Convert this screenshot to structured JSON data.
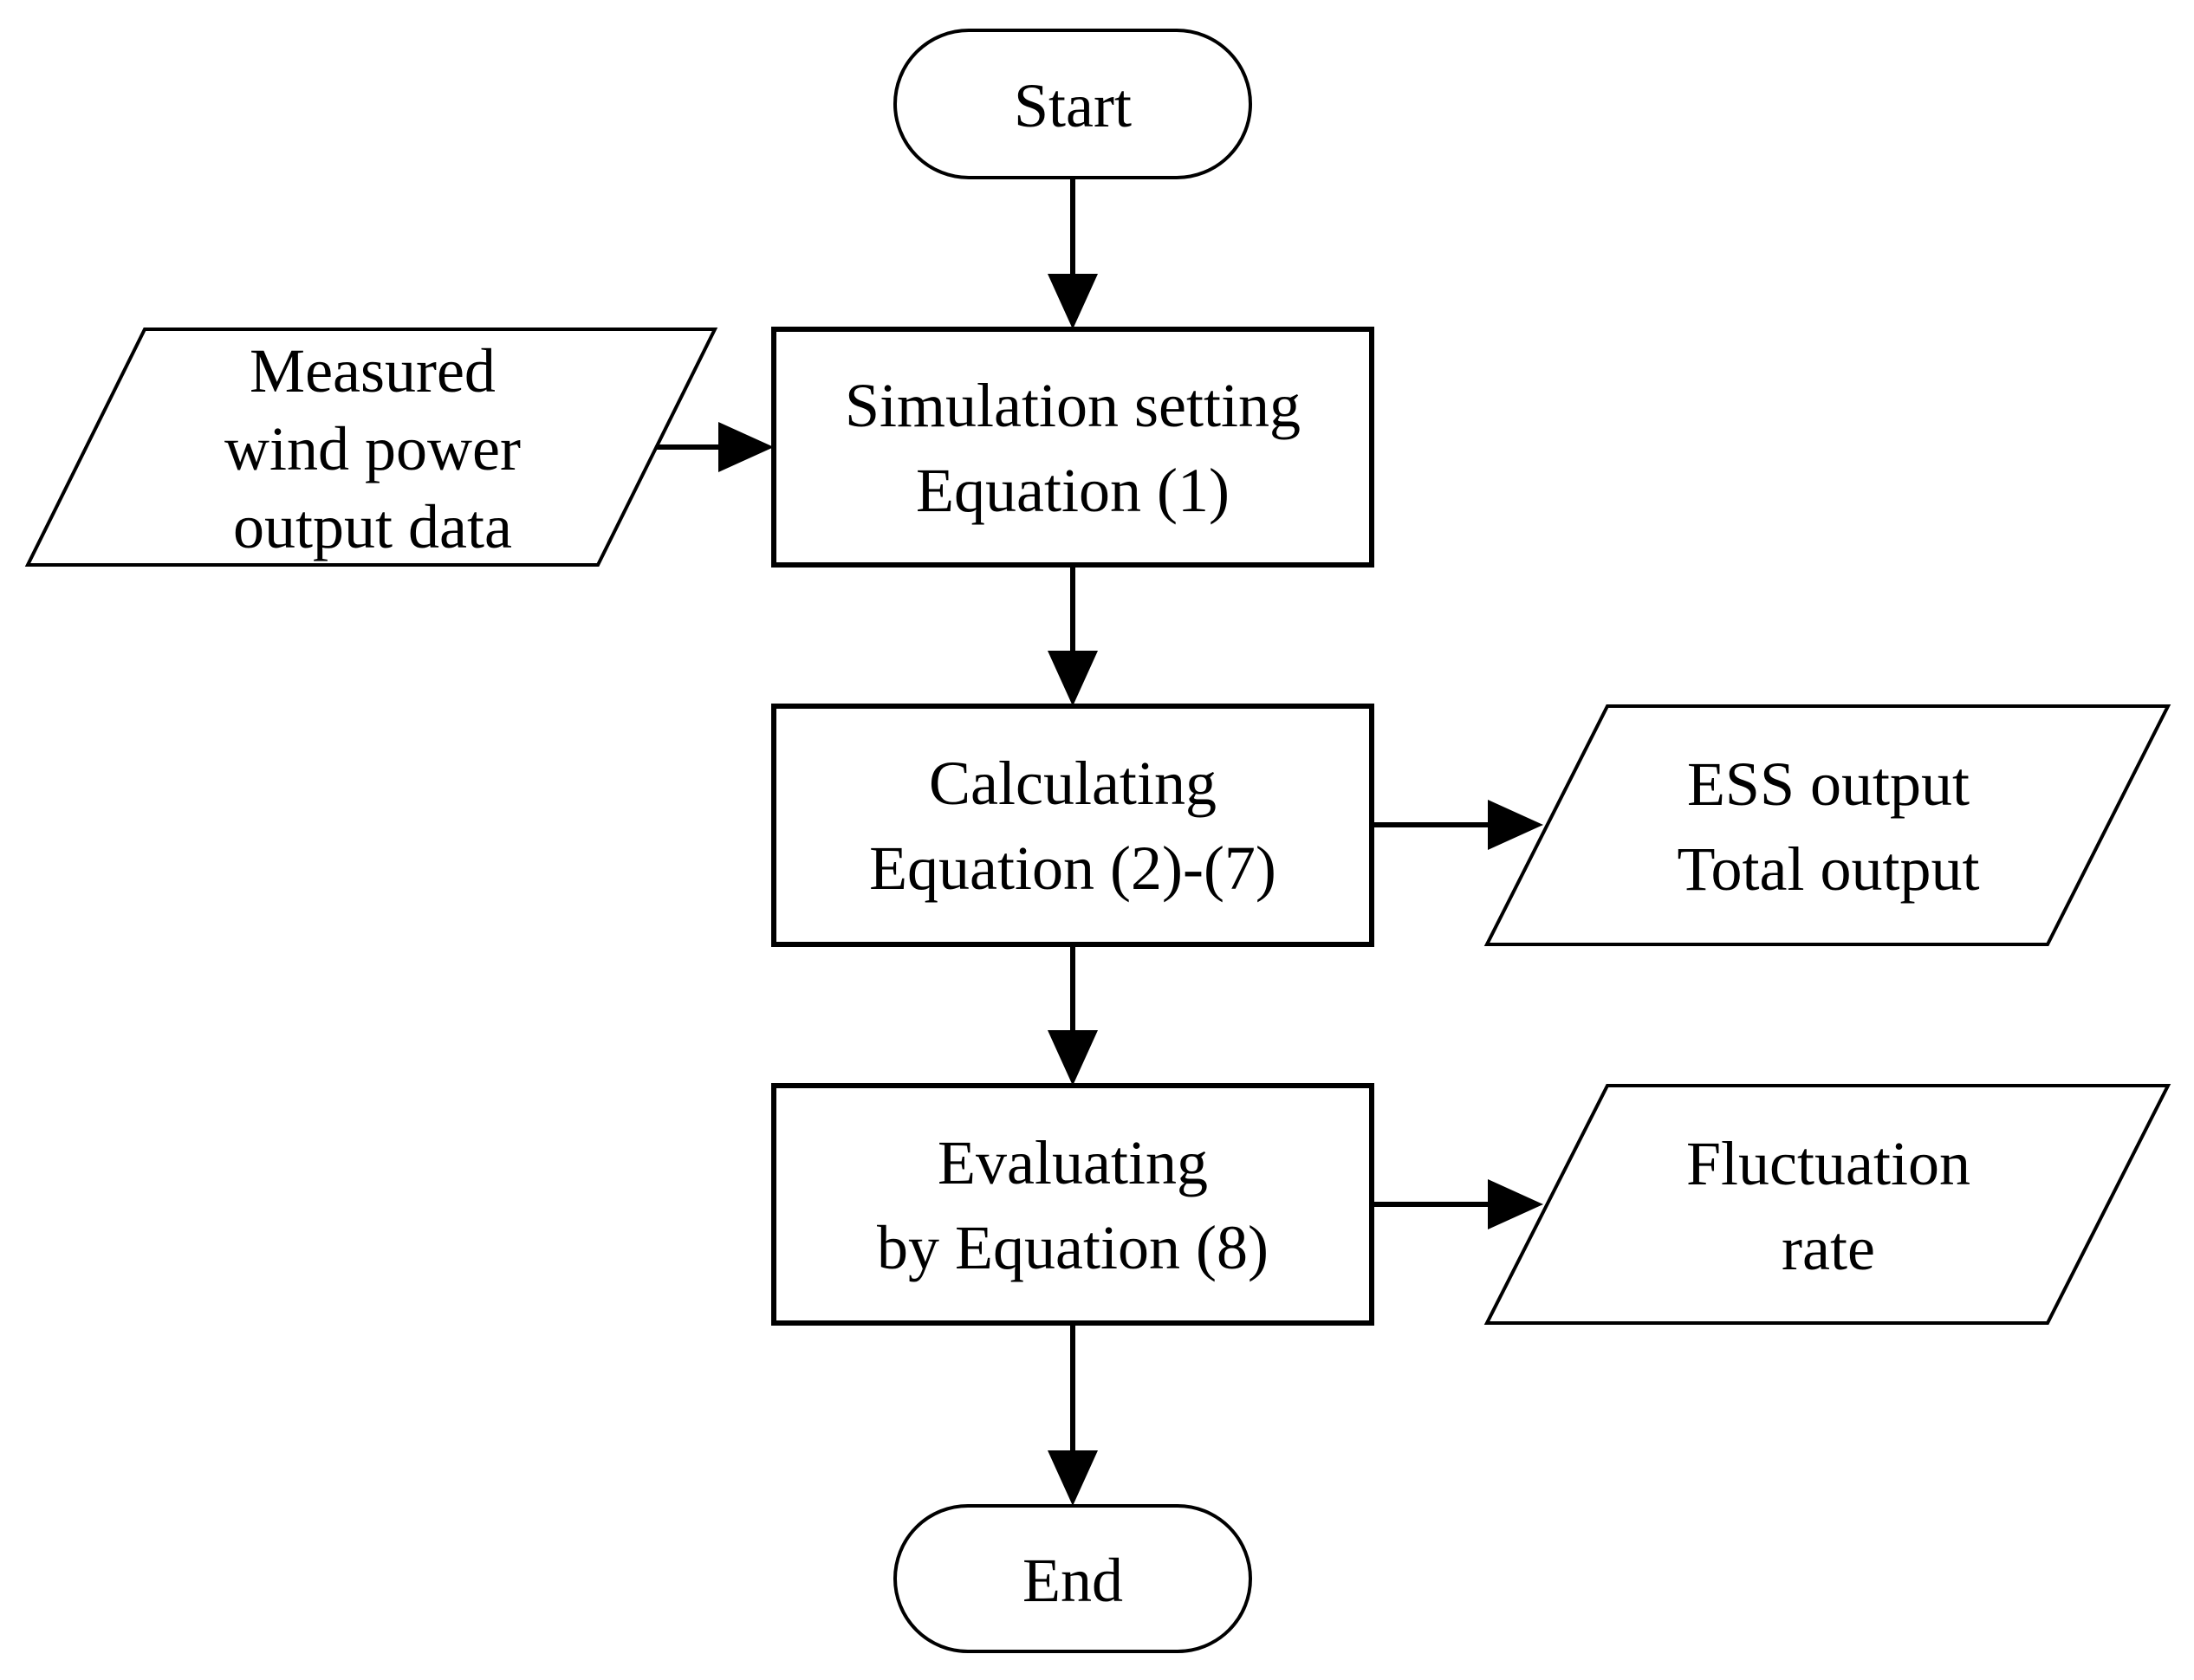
{
  "flowchart": {
    "background_color": "#ffffff",
    "line_color": "#000000",
    "nodes": {
      "start": {
        "shape": "terminator",
        "label": "Start"
      },
      "measured_data": {
        "shape": "parallelogram",
        "line1": "Measured",
        "line2": "wind power",
        "line3": "output data"
      },
      "simulation_setting": {
        "shape": "process",
        "line1": "Simulation setting",
        "line2": "Equation (1)"
      },
      "calculating": {
        "shape": "process",
        "line1": "Calculating",
        "line2": "Equation (2)-(7)"
      },
      "ess_output": {
        "shape": "parallelogram",
        "line1": "ESS output",
        "line2": "Total output"
      },
      "evaluating": {
        "shape": "process",
        "line1": "Evaluating",
        "line2": "by Equation (8)"
      },
      "fluctuation_rate": {
        "shape": "parallelogram",
        "line1": "Fluctuation",
        "line2": "rate"
      },
      "end": {
        "shape": "terminator",
        "label": "End"
      }
    },
    "edges": [
      {
        "from": "start",
        "to": "simulation_setting",
        "direction": "down"
      },
      {
        "from": "measured_data",
        "to": "simulation_setting",
        "direction": "right"
      },
      {
        "from": "simulation_setting",
        "to": "calculating",
        "direction": "down"
      },
      {
        "from": "calculating",
        "to": "ess_output",
        "direction": "right"
      },
      {
        "from": "calculating",
        "to": "evaluating",
        "direction": "down"
      },
      {
        "from": "evaluating",
        "to": "fluctuation_rate",
        "direction": "right"
      },
      {
        "from": "evaluating",
        "to": "end",
        "direction": "down"
      }
    ]
  }
}
